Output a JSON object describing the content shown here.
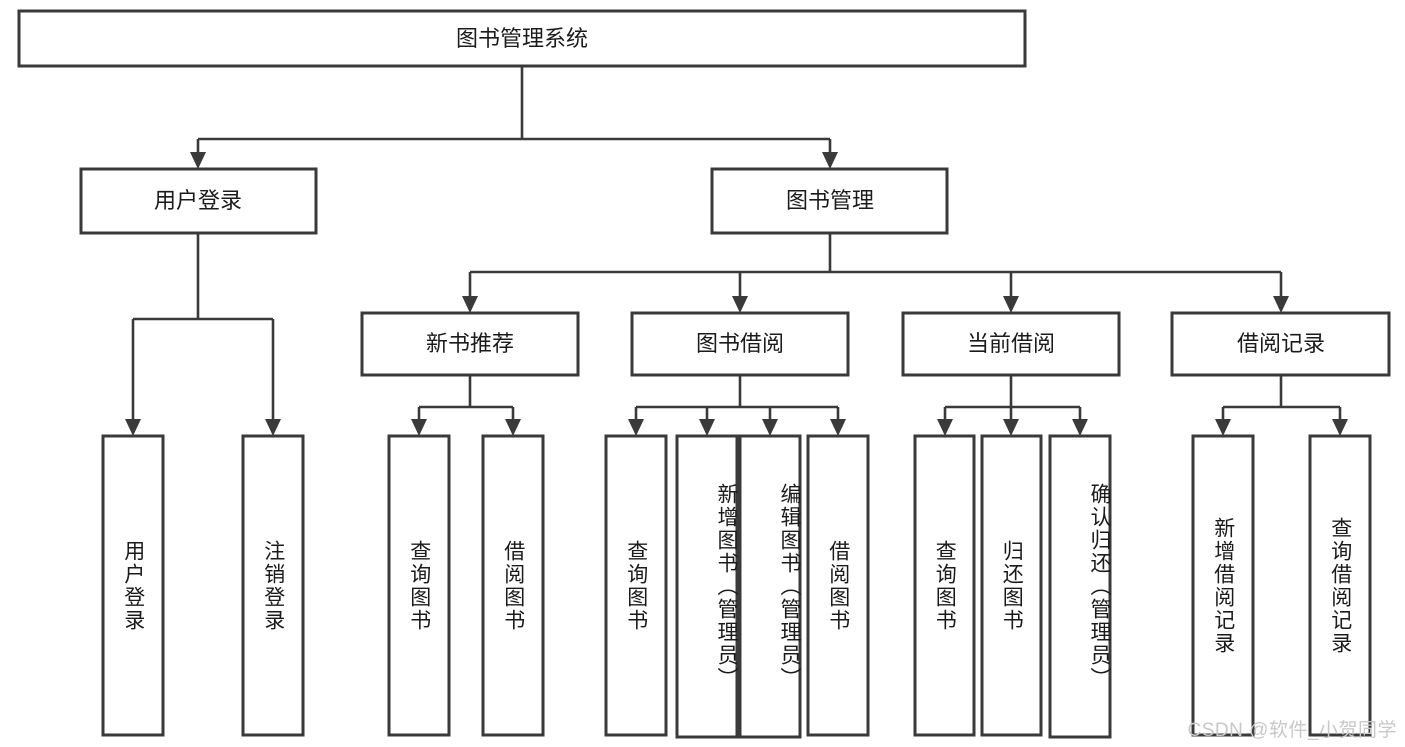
{
  "diagram": {
    "type": "tree-hierarchy-chart",
    "title": "图书管理系统",
    "watermark": "CSDN @软件_小贺同学",
    "colors": {
      "box_fill": "#ffffff",
      "box_stroke": "#3a3a3a",
      "text": "#1b1b1b",
      "background": "#ffffff",
      "watermark": "#c8c8c8"
    },
    "levels": {
      "root": {
        "label": "图书管理系统"
      },
      "level2": [
        {
          "label": "用户登录"
        },
        {
          "label": "图书管理"
        }
      ],
      "level3": [
        {
          "label": "新书推荐"
        },
        {
          "label": "图书借阅"
        },
        {
          "label": "当前借阅"
        },
        {
          "label": "借阅记录"
        }
      ],
      "leaves": [
        {
          "label": "用户登录",
          "parent": "用户登录"
        },
        {
          "label": "注销登录",
          "parent": "用户登录"
        },
        {
          "label": "查询图书",
          "parent": "新书推荐"
        },
        {
          "label": "借阅图书",
          "parent": "新书推荐"
        },
        {
          "label": "查询图书",
          "parent": "图书借阅"
        },
        {
          "label": "新增图书（管理员）",
          "parent": "图书借阅"
        },
        {
          "label": "编辑图书（管理员）",
          "parent": "图书借阅"
        },
        {
          "label": "借阅图书",
          "parent": "图书借阅"
        },
        {
          "label": "查询图书",
          "parent": "当前借阅"
        },
        {
          "label": "归还图书",
          "parent": "当前借阅"
        },
        {
          "label": "确认归还（管理员）",
          "parent": "当前借阅"
        },
        {
          "label": "新增借阅记录",
          "parent": "借阅记录"
        },
        {
          "label": "查询借阅记录",
          "parent": "借阅记录"
        }
      ]
    }
  }
}
